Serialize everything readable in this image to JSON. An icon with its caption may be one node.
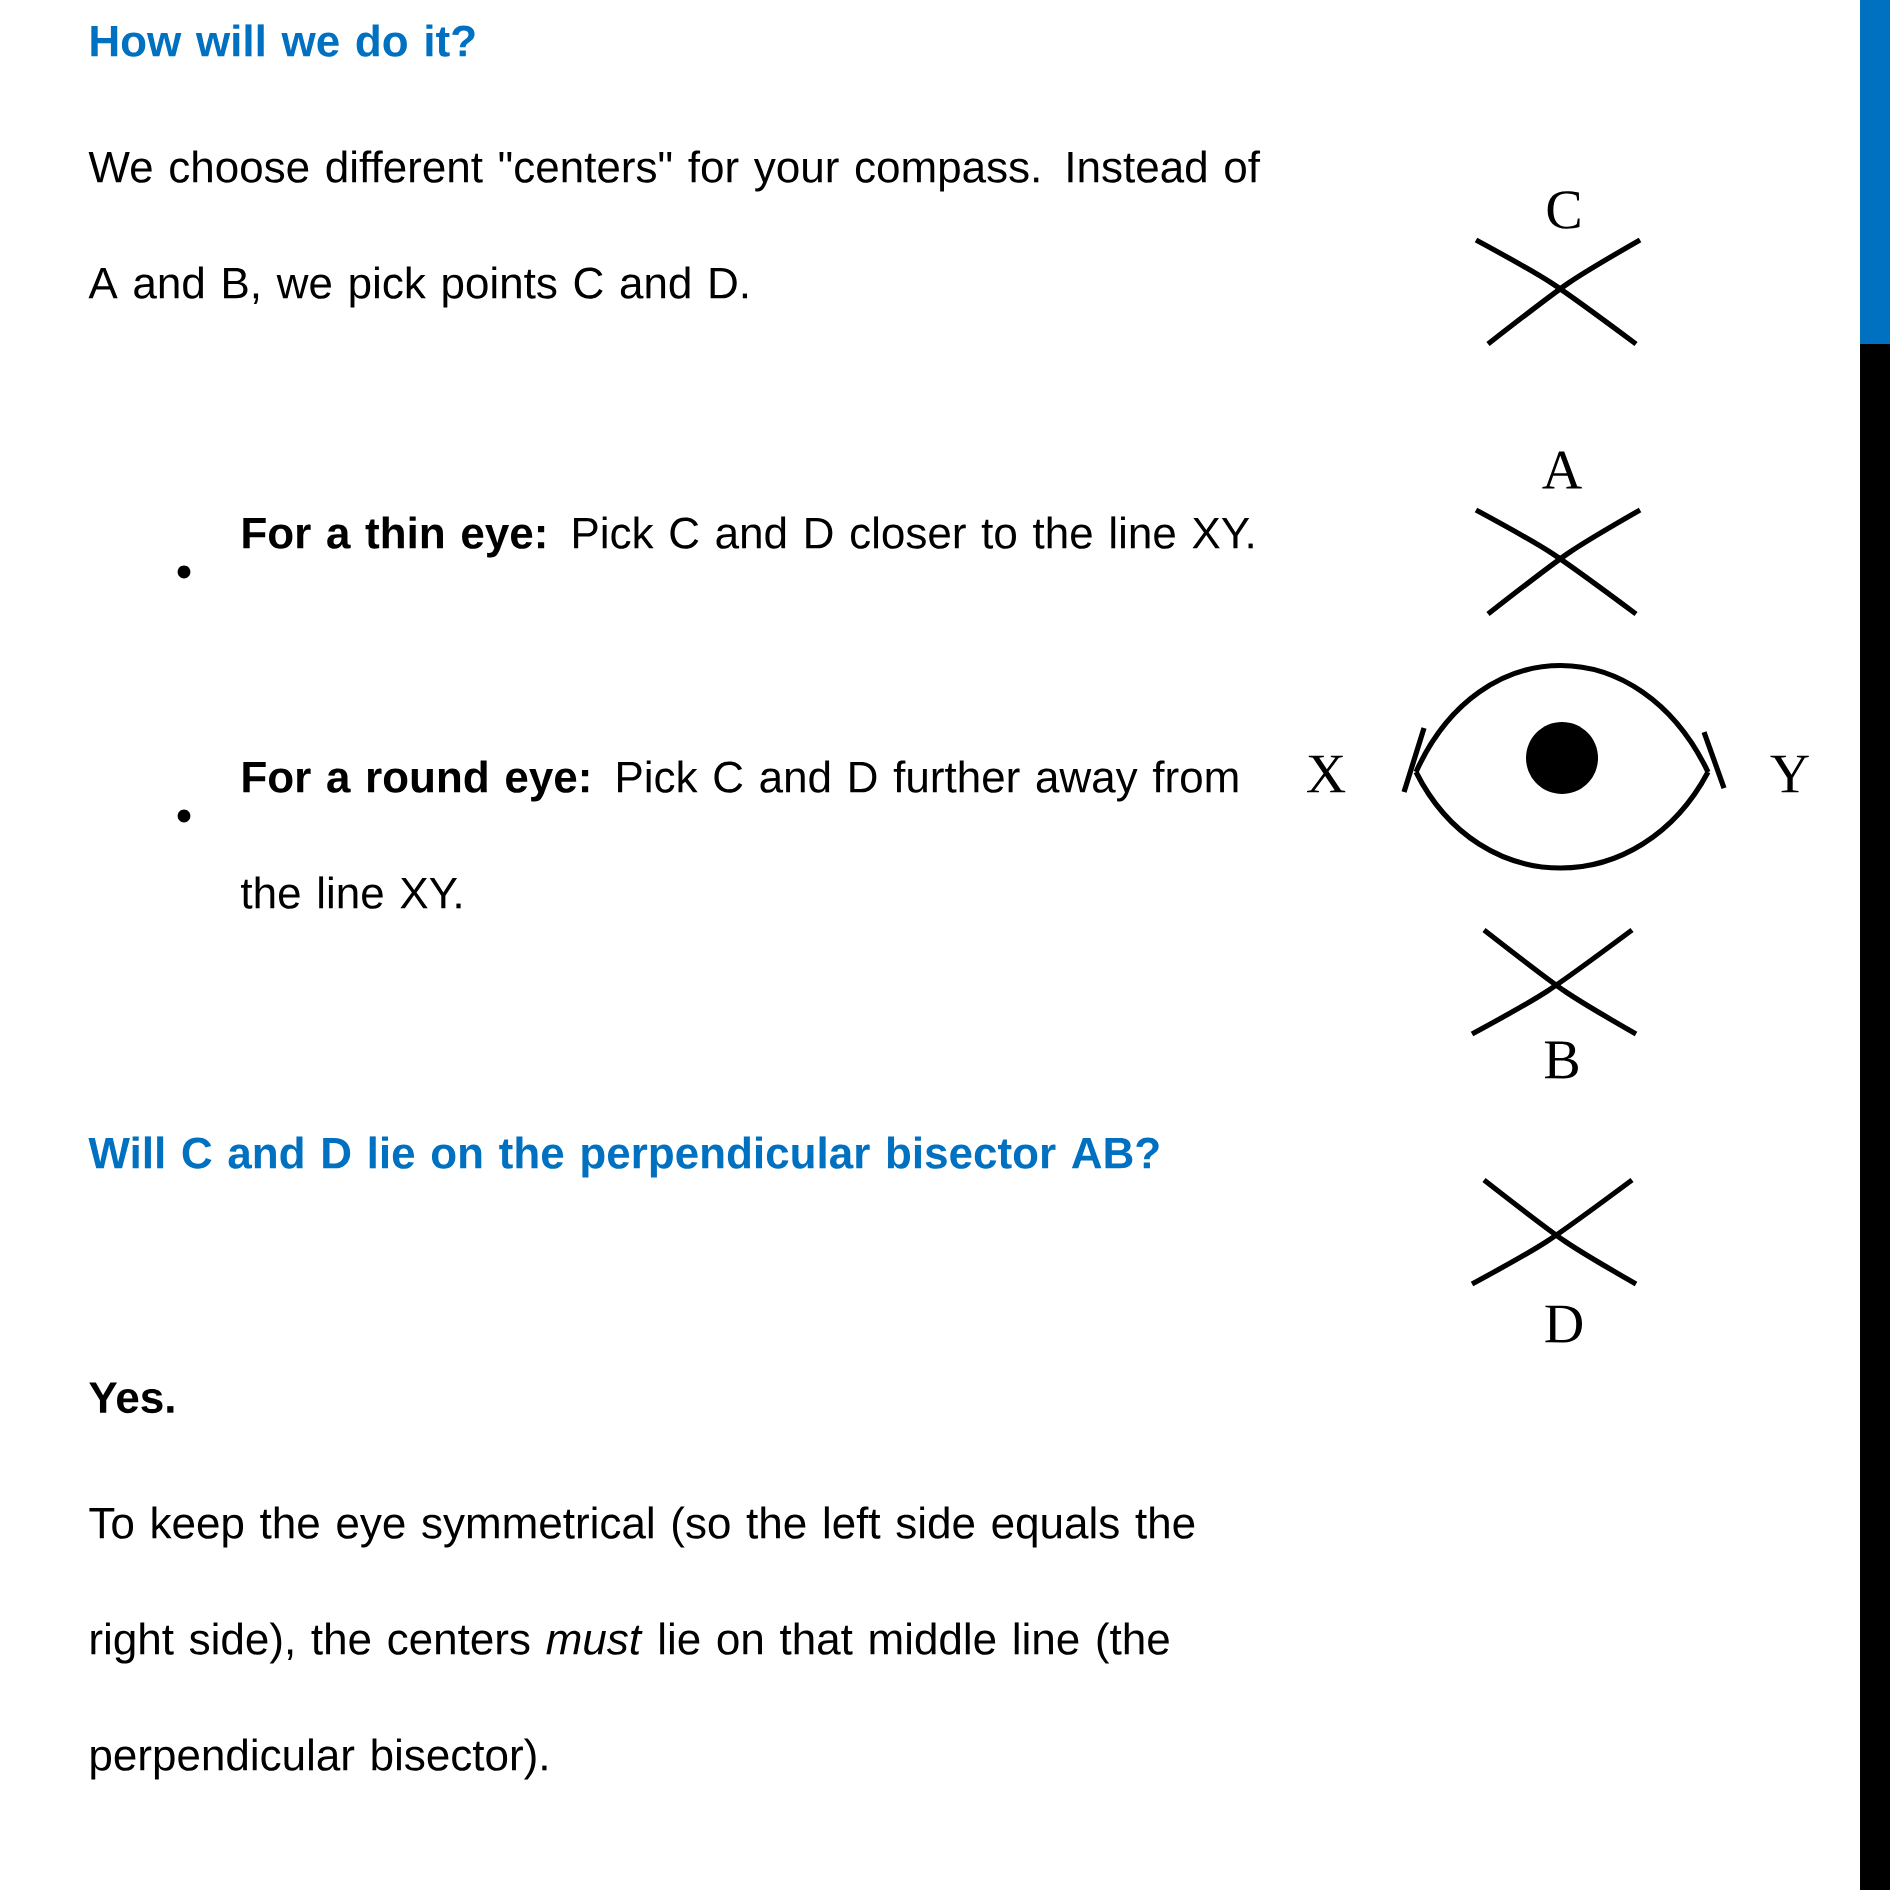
{
  "diagram": {
    "labels": [
      "How will we do it?",
      "We choose different \"centers\" for your compass. Instead of A and B, we pick points C and D.",
      "**For a thin eye:** Pick C and D closer to the line XY.",
      "**For a round eye:** Pick C and D further away from the line XY.",
      "Will C and D lie on the perpendicular bisector AB?",
      "Yes.",
      "To keep the eye symmetrical (so the left side equals the right side), the centers *must* lie on that middle line (the perpendicular bisector).",
      "C",
      "A",
      "X",
      "Y",
      "B",
      "D"
    ]
  }
}
